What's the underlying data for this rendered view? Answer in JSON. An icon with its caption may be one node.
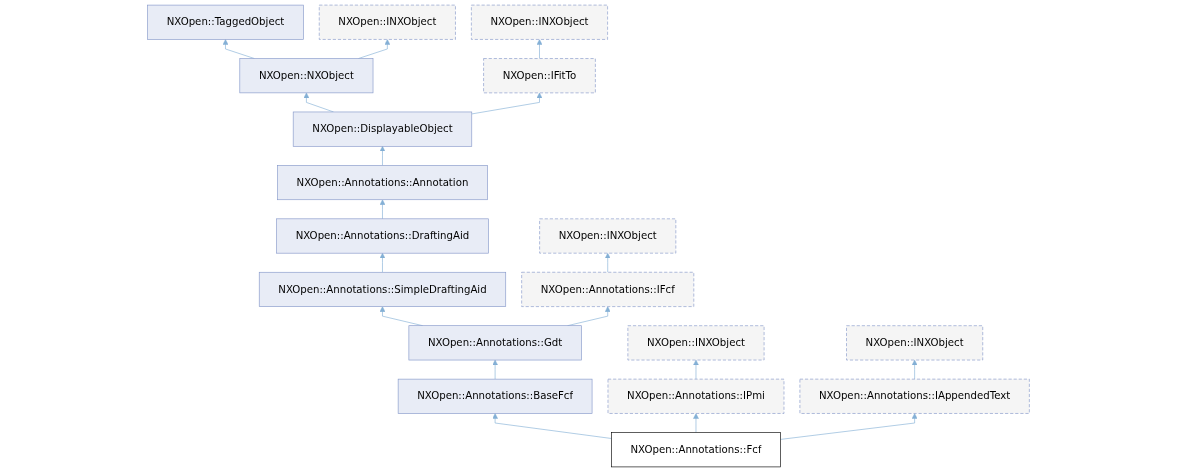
{
  "diagram": {
    "nodes": [
      {
        "text": [
          "NXOpen::TaggedObject"
        ]
      },
      {
        "text": [
          "NXOpen::INXObject"
        ]
      },
      {
        "text": [
          "NXOpen::INXObject"
        ]
      },
      {
        "text": [
          "NXOpen::NXObject"
        ]
      },
      {
        "text": [
          "NXOpen::IFitTo"
        ]
      },
      {
        "text": [
          "NXOpen::DisplayableObject"
        ]
      },
      {
        "text": [
          "NXOpen::Annotations::Annotation"
        ]
      },
      {
        "text": [
          "NXOpen::Annotations::DraftingAid"
        ]
      },
      {
        "text": [
          "NXOpen::INXObject"
        ]
      },
      {
        "text": [
          "NXOpen::Annotations::SimpleDraftingAid"
        ]
      },
      {
        "text": [
          "NXOpen::Annotations::IFcf"
        ]
      },
      {
        "text": [
          "NXOpen::Annotations::Gdt"
        ]
      },
      {
        "text": [
          "NXOpen::INXObject"
        ]
      },
      {
        "text": [
          "NXOpen::INXObject"
        ]
      },
      {
        "text": [
          "NXOpen::Annotations::BaseFcf"
        ]
      },
      {
        "text": [
          "NXOpen::Annotations::IPmi"
        ]
      },
      {
        "text": [
          "NXOpen::Annotations::IAppendedText"
        ]
      },
      {
        "text": [
          "NXOpen::Annotations::Fcf"
        ]
      }
    ],
    "edges": [
      {
        "from": 3,
        "to": 0,
        "arrow": "to"
      },
      {
        "from": 3,
        "to": 1,
        "arrow": "to"
      },
      {
        "from": 4,
        "to": 2,
        "arrow": "to"
      },
      {
        "from": 5,
        "to": 3,
        "arrow": "to"
      },
      {
        "from": 5,
        "to": 4,
        "arrow": "to"
      },
      {
        "from": 6,
        "to": 5,
        "arrow": "to"
      },
      {
        "from": 7,
        "to": 6,
        "arrow": "to"
      },
      {
        "from": 9,
        "to": 7,
        "arrow": "to"
      },
      {
        "from": 10,
        "to": 8,
        "arrow": "to"
      },
      {
        "from": 11,
        "to": 9,
        "arrow": "to"
      },
      {
        "from": 11,
        "to": 10,
        "arrow": "to"
      },
      {
        "from": 14,
        "to": 11,
        "arrow": "to"
      },
      {
        "from": 15,
        "to": 12,
        "arrow": "to"
      },
      {
        "from": 16,
        "to": 13,
        "arrow": "to"
      },
      {
        "from": 17,
        "to": 14,
        "arrow": "to"
      },
      {
        "from": 17,
        "to": 15,
        "arrow": "to"
      },
      {
        "from": 17,
        "to": 16,
        "arrow": "to"
      }
    ]
  }
}
